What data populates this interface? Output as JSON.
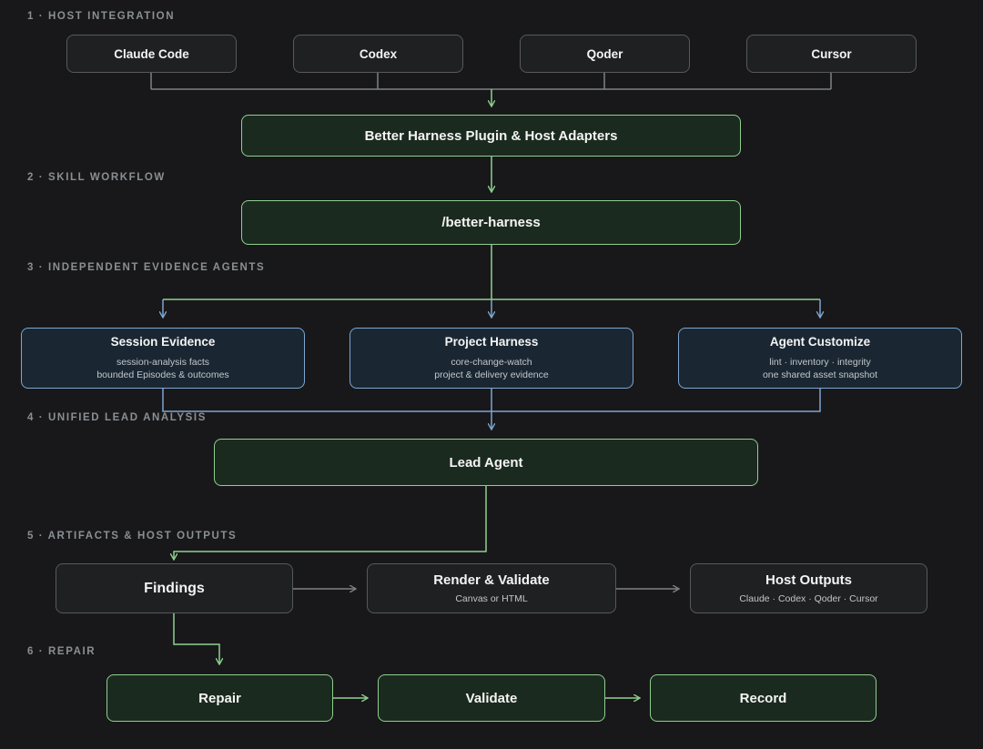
{
  "sections": {
    "s1": "1 · HOST INTEGRATION",
    "s2": "2 · SKILL WORKFLOW",
    "s3": "3 · INDEPENDENT EVIDENCE AGENTS",
    "s4": "4 · UNIFIED LEAD ANALYSIS",
    "s5": "5 · ARTIFACTS & HOST OUTPUTS",
    "s6": "6 · REPAIR"
  },
  "hosts": [
    "Claude Code",
    "Codex",
    "Qoder",
    "Cursor"
  ],
  "plugin": "Better Harness Plugin & Host Adapters",
  "skill": "/better-harness",
  "agents": [
    {
      "title": "Session Evidence",
      "line1": "session-analysis facts",
      "line2": "bounded Episodes & outcomes"
    },
    {
      "title": "Project Harness",
      "line1": "core-change-watch",
      "line2": "project & delivery evidence"
    },
    {
      "title": "Agent Customize",
      "line1": "lint · inventory · integrity",
      "line2": "one shared asset snapshot"
    }
  ],
  "lead": "Lead Agent",
  "artifacts": {
    "findings": "Findings",
    "render": {
      "title": "Render & Validate",
      "sub": "Canvas or HTML"
    },
    "outputs": {
      "title": "Host Outputs",
      "sub": "Claude · Codex · Qoder · Cursor"
    }
  },
  "repair": {
    "repair": "Repair",
    "validate": "Validate",
    "record": "Record"
  },
  "colors": {
    "background": "#18181a",
    "gray_border": "#56595d",
    "green_border": "#8fcf8f",
    "green_fill": "#1b2a1e",
    "blue_border": "#7ea6cf",
    "blue_fill": "#1a2733",
    "label": "#8a8f94"
  }
}
